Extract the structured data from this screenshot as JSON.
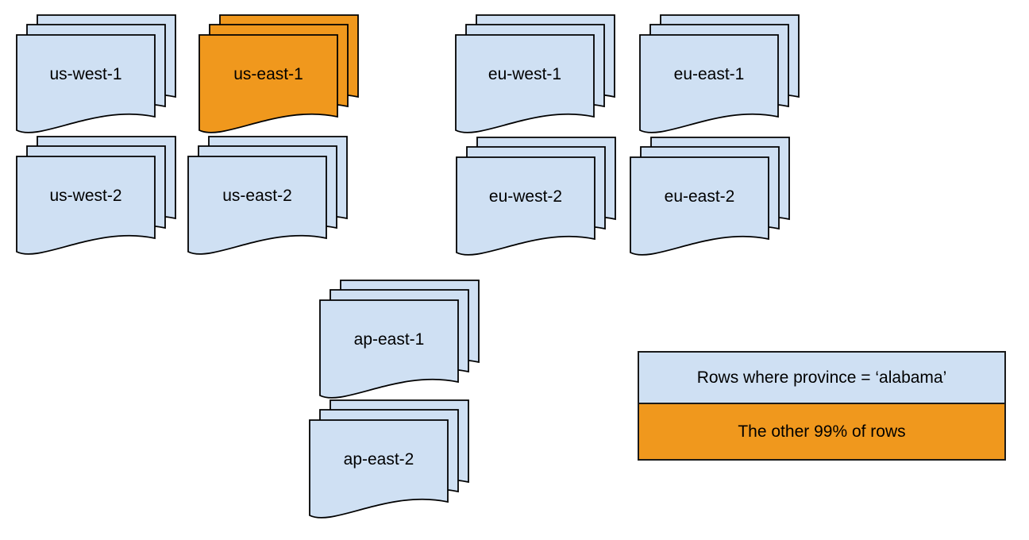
{
  "colors": {
    "doc_blue": "#cfe0f3",
    "doc_orange": "#f0981d",
    "stroke": "#000000",
    "page_bg": "#ffffff"
  },
  "stacks": [
    {
      "id": "us-west-1",
      "label": "us-west-1",
      "variant": "blue"
    },
    {
      "id": "us-east-1",
      "label": "us-east-1",
      "variant": "orange"
    },
    {
      "id": "eu-west-1",
      "label": "eu-west-1",
      "variant": "blue"
    },
    {
      "id": "eu-east-1",
      "label": "eu-east-1",
      "variant": "blue"
    },
    {
      "id": "us-west-2",
      "label": "us-west-2",
      "variant": "blue"
    },
    {
      "id": "us-east-2",
      "label": "us-east-2",
      "variant": "blue"
    },
    {
      "id": "eu-west-2",
      "label": "eu-west-2",
      "variant": "blue"
    },
    {
      "id": "eu-east-2",
      "label": "eu-east-2",
      "variant": "blue"
    },
    {
      "id": "ap-east-1",
      "label": "ap-east-1",
      "variant": "blue"
    },
    {
      "id": "ap-east-2",
      "label": "ap-east-2",
      "variant": "blue"
    }
  ],
  "legend": {
    "items": [
      {
        "label": "Rows where province = ‘alabama’",
        "variant": "blue"
      },
      {
        "label": "The other 99% of rows",
        "variant": "orange"
      }
    ]
  }
}
